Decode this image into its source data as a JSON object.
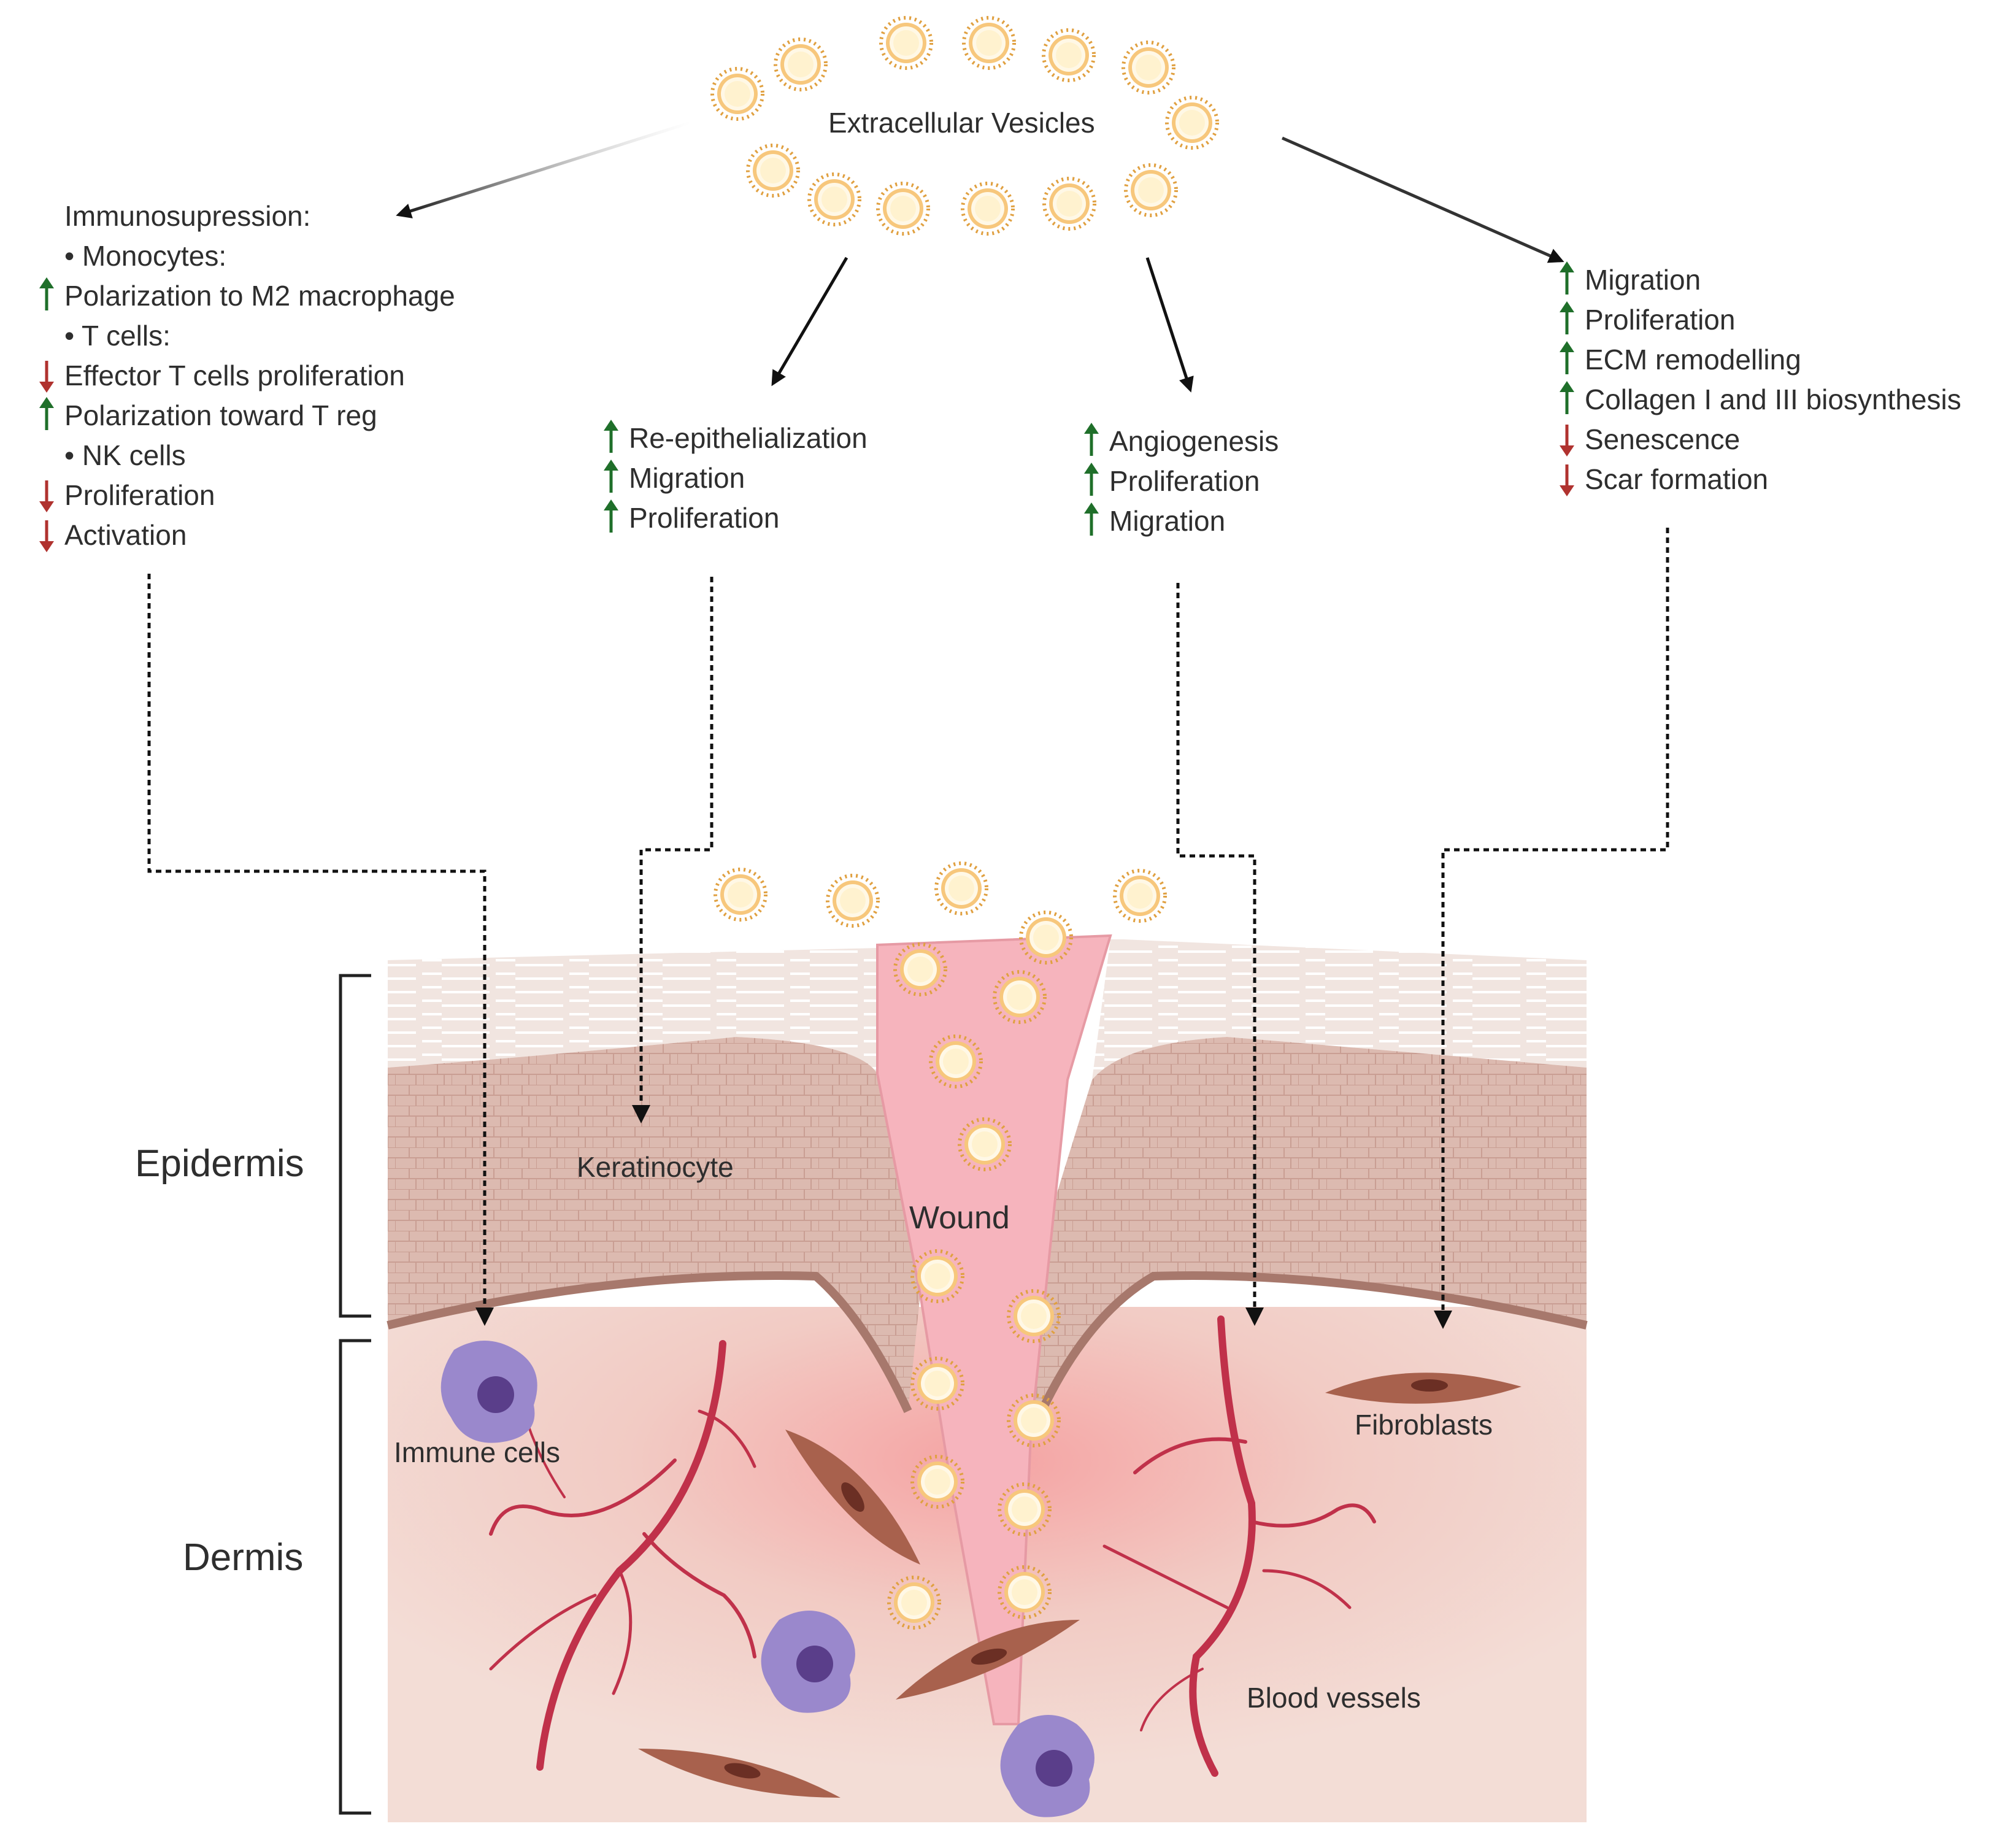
{
  "extracellular_vesicles": {
    "label": "Extracellular Vesicles"
  },
  "effects": {
    "immune": {
      "title": "Immunosupression:",
      "items": [
        {
          "text": "• Monocytes:",
          "direction": "none"
        },
        {
          "text": "Polarization to M2 macrophage",
          "direction": "up"
        },
        {
          "text": "• T cells:",
          "direction": "none"
        },
        {
          "text": "Effector T cells proliferation",
          "direction": "down"
        },
        {
          "text": "Polarization toward  T reg",
          "direction": "up"
        },
        {
          "text": "• NK cells",
          "direction": "none"
        },
        {
          "text": "Proliferation",
          "direction": "down"
        },
        {
          "text": "Activation",
          "direction": "down"
        }
      ]
    },
    "keratinocyte": {
      "items": [
        {
          "text": "Re-epithelialization",
          "direction": "up"
        },
        {
          "text": "Migration",
          "direction": "up"
        },
        {
          "text": "Proliferation",
          "direction": "up"
        }
      ]
    },
    "endothelial": {
      "items": [
        {
          "text": "Angiogenesis",
          "direction": "up"
        },
        {
          "text": "Proliferation",
          "direction": "up"
        },
        {
          "text": "Migration",
          "direction": "up"
        }
      ]
    },
    "fibroblast": {
      "items": [
        {
          "text": "Migration",
          "direction": "up"
        },
        {
          "text": "Proliferation",
          "direction": "up"
        },
        {
          "text": "ECM remodelling",
          "direction": "up"
        },
        {
          "text": "Collagen I and III  biosynthesis",
          "direction": "up"
        },
        {
          "text": "Senescence",
          "direction": "down"
        },
        {
          "text": "Scar formation",
          "direction": "down"
        }
      ]
    }
  },
  "skin": {
    "epidermis_label": "Epidermis",
    "dermis_label": "Dermis",
    "wound_label": "Wound",
    "keratinocyte_label": "Keratinocyte",
    "immune_cells_label": "Immune cells",
    "fibroblasts_label": "Fibroblasts",
    "blood_vessels_label": "Blood vessels"
  },
  "colors": {
    "up_arrow": "#1f6f2a",
    "down_arrow": "#b0322f",
    "vesicle_fill": "#fff3d6",
    "vesicle_spike": "#e3a44a",
    "vessel": "#c0314a",
    "immune_cell": "#9a88cc",
    "fibroblast": "#a8614d",
    "dermis": "#f3d9d2",
    "wound": "#f6b4bd"
  }
}
